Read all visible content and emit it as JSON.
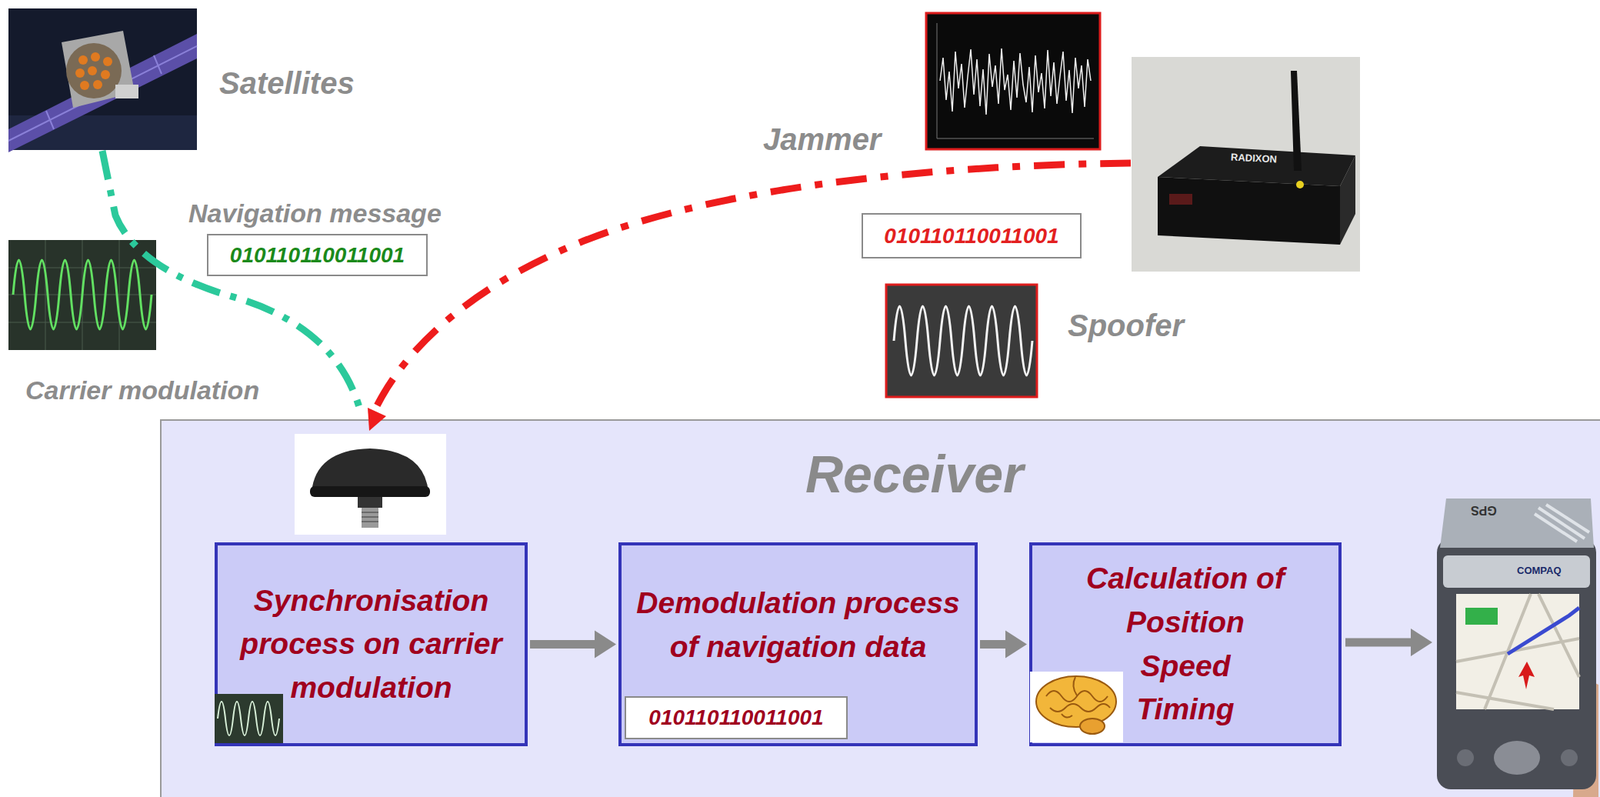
{
  "diagram": {
    "nodes": [
      {
        "text": [
          "Navigation message",
          "010110110011001"
        ]
      },
      {
        "text": [
          "010110110011001"
        ]
      },
      {
        "text": [
          "Receiver"
        ]
      },
      {
        "text": [
          "Synchronisation process on carrier modulation"
        ],
        "in": 2
      },
      {
        "text": [
          "Demodulation process of navigation data"
        ],
        "in": 2
      },
      {
        "text": [
          "010110110011001"
        ],
        "in": 4
      },
      {
        "text": [
          "Calculation of",
          "Position Speed Timing"
        ],
        "in": 2
      }
    ],
    "edges": [
      {
        "from": 3,
        "to": 4,
        "arrow": "to"
      },
      {
        "from": 4,
        "to": 6,
        "arrow": "to"
      }
    ],
    "labels": [
      "Satellites",
      "Carrier modulation",
      "Jammer",
      "Spoofer",
      "RADIXON",
      "GPS",
      "COMPAQ"
    ]
  }
}
